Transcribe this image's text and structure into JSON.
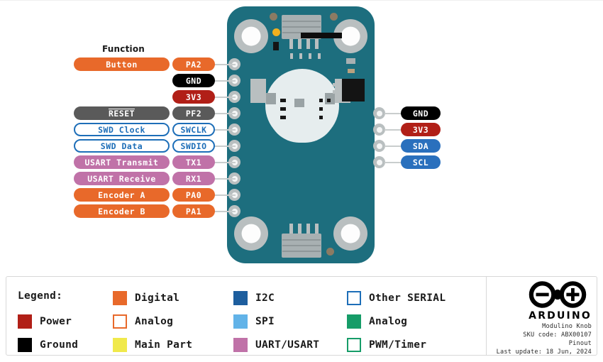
{
  "colors": {
    "digital": "#e8692a",
    "power": "#b11f17",
    "ground": "#000000",
    "i2c": "#1d5e9e",
    "spi": "#62b3e8",
    "uart": "#c072a8",
    "other_serial": "#1d6eb8",
    "analog_green": "#169c68",
    "pwm_timer": "#169c68",
    "main_part": "#f0e94b",
    "analog_outline": "#e8692a",
    "reset_gray": "#5a5a5a",
    "board_teal": "#1d6e7e"
  },
  "diagram": {
    "function_header": "Function",
    "left_pins": [
      {
        "function": "Button",
        "code": "PA2",
        "style": "solid",
        "color": "#e8692a",
        "code_color": "#e8692a",
        "overline": false
      },
      {
        "function": "",
        "code": "GND",
        "style": "solid",
        "color": "#000000",
        "code_color": "#000000",
        "overline": false
      },
      {
        "function": "",
        "code": "3V3",
        "style": "solid",
        "color": "#b11f17",
        "code_color": "#b11f17",
        "overline": false
      },
      {
        "function": "RESET",
        "code": "PF2",
        "style": "solid",
        "color": "#5a5a5a",
        "code_color": "#5a5a5a",
        "overline": true
      },
      {
        "function": "SWD Clock",
        "code": "SWCLK",
        "style": "hollow",
        "color": "#1d6eb8",
        "code_color": "#1d6eb8",
        "overline": false
      },
      {
        "function": "SWD Data",
        "code": "SWDIO",
        "style": "hollow",
        "color": "#1d6eb8",
        "code_color": "#1d6eb8",
        "overline": false
      },
      {
        "function": "USART Transmit",
        "code": "TX1",
        "style": "solid",
        "color": "#c072a8",
        "code_color": "#c072a8",
        "overline": false
      },
      {
        "function": "USART Receive",
        "code": "RX1",
        "style": "solid",
        "color": "#c072a8",
        "code_color": "#c072a8",
        "overline": false
      },
      {
        "function": "Encoder A",
        "code": "PA0",
        "style": "solid",
        "color": "#e8692a",
        "code_color": "#e8692a",
        "overline": false
      },
      {
        "function": "Encoder B",
        "code": "PA1",
        "style": "solid",
        "color": "#e8692a",
        "code_color": "#e8692a",
        "overline": false
      }
    ],
    "right_pins": [
      {
        "code": "GND",
        "color": "#000000"
      },
      {
        "code": "3V3",
        "color": "#b11f17"
      },
      {
        "code": "SDA",
        "color": "#2a70bd"
      },
      {
        "code": "SCL",
        "color": "#2a70bd"
      }
    ]
  },
  "legend": {
    "title": "Legend:",
    "items": [
      {
        "label": "Power",
        "color": "#b11f17",
        "filled": true,
        "col": 0,
        "row": 1
      },
      {
        "label": "Ground",
        "color": "#000000",
        "filled": true,
        "col": 0,
        "row": 2
      },
      {
        "label": "Digital",
        "color": "#e8692a",
        "filled": true,
        "col": 1,
        "row": 0
      },
      {
        "label": "Analog",
        "color": "#e8692a",
        "filled": false,
        "col": 1,
        "row": 1
      },
      {
        "label": "Main Part",
        "color": "#f0e94b",
        "filled": true,
        "col": 1,
        "row": 2
      },
      {
        "label": "I2C",
        "color": "#1d5e9e",
        "filled": true,
        "col": 2,
        "row": 0
      },
      {
        "label": "SPI",
        "color": "#62b3e8",
        "filled": true,
        "col": 2,
        "row": 1
      },
      {
        "label": "UART/USART",
        "color": "#c072a8",
        "filled": true,
        "col": 2,
        "row": 2
      },
      {
        "label": "Other SERIAL",
        "color": "#1d6eb8",
        "filled": false,
        "col": 3,
        "row": 0
      },
      {
        "label": "Analog",
        "color": "#169c68",
        "filled": true,
        "col": 3,
        "row": 1
      },
      {
        "label": "PWM/Timer",
        "color": "#169c68",
        "filled": false,
        "col": 3,
        "row": 2
      }
    ]
  },
  "brand": {
    "wordmark": "ARDUINO",
    "product": "Modulino Knob",
    "sku": "SKU code: ABX00107",
    "doc_type": "Pinout",
    "last_update": "Last update: 18 Jun, 2024"
  }
}
